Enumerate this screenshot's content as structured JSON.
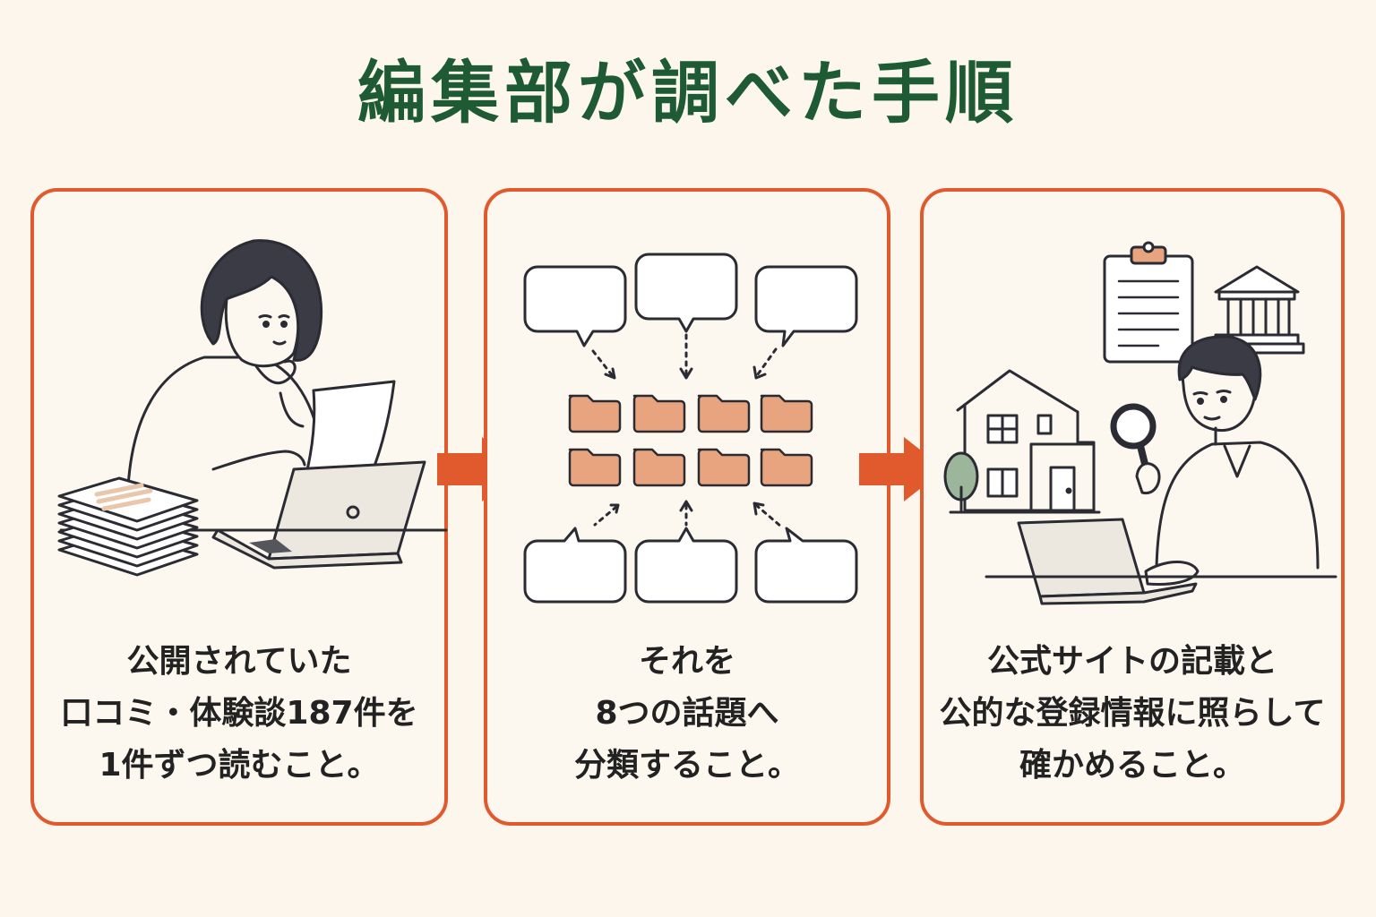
{
  "title": "編集部が調べた手順",
  "colors": {
    "title": "#1e5a34",
    "accent": "#e05a2e",
    "folder": "#e8a47e",
    "background": "#fcf6ec"
  },
  "steps": [
    {
      "lines": [
        "公開されていた",
        "口コミ・体験談187件を",
        "1件ずつ読むこと。"
      ],
      "icon": "woman-reading-reviews-illustration"
    },
    {
      "lines": [
        "それを",
        "8つの話題へ",
        "分類すること。"
      ],
      "icon": "speech-bubbles-to-folders-illustration"
    },
    {
      "lines": [
        "公式サイトの記載と",
        "公的な登録情報に照らして",
        "確かめること。"
      ],
      "icon": "man-verifying-with-magnifier-illustration"
    }
  ]
}
